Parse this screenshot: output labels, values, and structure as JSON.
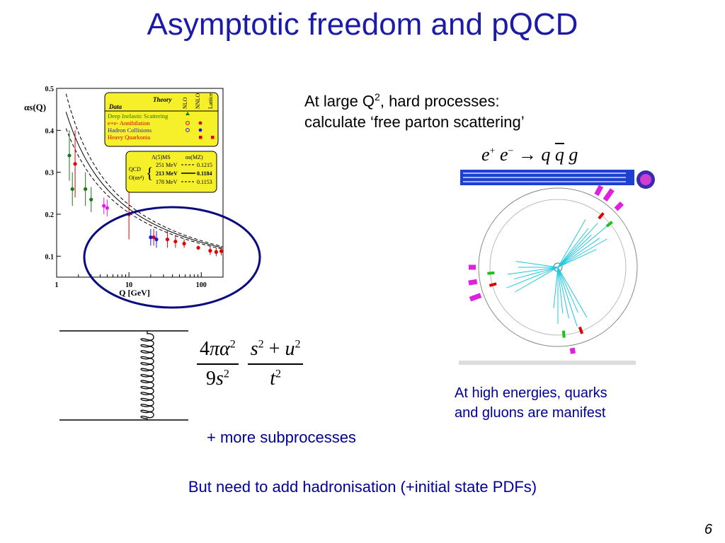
{
  "slide": {
    "title": "Asymptotic freedom and pQCD",
    "intro_line1_pre": "At large Q",
    "intro_sup": "2",
    "intro_line1_post": ", hard processes:",
    "intro_line2": "calculate ‘free parton scattering’",
    "reaction": {
      "e": "e",
      "plus": "+",
      "minus": "−",
      "arrow": "→",
      "q": "q",
      "qbar": "q",
      "g": "g"
    },
    "manifest_line1": "At high energies, quarks",
    "manifest_line2": "and gluons are manifest",
    "more_subprocesses": "+ more subprocesses",
    "hadronisation": "But need to add hadronisation (+initial state PDFs)",
    "page_number": "6",
    "formula": {
      "num1": "4πα",
      "num1_sup": "2",
      "den1": "9s",
      "den1_sup": "2",
      "num2_a": "s",
      "num2_a_sup": "2",
      "num2_plus": " + u",
      "num2_b_sup": "2",
      "den2": "t",
      "den2_sup": "2"
    }
  },
  "chart_data": {
    "type": "scatter",
    "xlabel": "Q [GeV]",
    "ylabel": "αs(Q)",
    "x_scale": "log",
    "xlim": [
      1,
      200
    ],
    "ylim": [
      0.05,
      0.5
    ],
    "x_ticks": [
      "1",
      "10",
      "100"
    ],
    "y_ticks": [
      "0.1",
      "0.2",
      "0.3",
      "0.4",
      "0.5"
    ],
    "legend": {
      "header_theory": "Theory",
      "header_data": "Data",
      "col_nlo": "NLO",
      "col_nnlo": "NNLO",
      "col_lattice": "Lattice",
      "rows": [
        "Deep Inelastic Scattering",
        "e+e- Annihilation",
        "Hadron Collisions",
        "Heavy Quarkonia"
      ],
      "row_colors": [
        "#1a7a1a",
        "#e00000",
        "#1a1ae0",
        "#e00000"
      ]
    },
    "qcd_box": {
      "lambda_label": "Λ(5)MS",
      "alpha_label": "αs(MZ)",
      "qcd_label": "QCD",
      "order_label": "O(αs⁴)",
      "rows": [
        {
          "lambda": "251 MeV",
          "alpha": "0.1215",
          "style": "dashed"
        },
        {
          "lambda": "213 MeV",
          "alpha": "0.1184",
          "style": "solid"
        },
        {
          "lambda": "178 MeV",
          "alpha": "0.1153",
          "style": "dashed"
        }
      ]
    },
    "series": [
      {
        "name": "Deep Inelastic Scattering",
        "color": "#1a7a1a",
        "points": [
          {
            "x": 1.5,
            "y": 0.34,
            "err": 0.06
          },
          {
            "x": 1.65,
            "y": 0.26,
            "err": 0.04
          },
          {
            "x": 2.5,
            "y": 0.26,
            "err": 0.04
          },
          {
            "x": 3.0,
            "y": 0.235,
            "err": 0.03
          }
        ]
      },
      {
        "name": "e+e- Annihilation",
        "color": "#e00000",
        "points": [
          {
            "x": 1.8,
            "y": 0.32,
            "err": 0.08
          },
          {
            "x": 10,
            "y": 0.2,
            "err": 0.06
          },
          {
            "x": 22,
            "y": 0.145,
            "err": 0.02
          },
          {
            "x": 34,
            "y": 0.14,
            "err": 0.02
          },
          {
            "x": 44,
            "y": 0.135,
            "err": 0.015
          },
          {
            "x": 58,
            "y": 0.13,
            "err": 0.01
          },
          {
            "x": 91,
            "y": 0.12,
            "err": 0.005
          },
          {
            "x": 133,
            "y": 0.113,
            "err": 0.01
          },
          {
            "x": 161,
            "y": 0.11,
            "err": 0.01
          },
          {
            "x": 189,
            "y": 0.112,
            "err": 0.01
          }
        ]
      },
      {
        "name": "Hadron Collisions",
        "color": "#1a1ae0",
        "points": [
          {
            "x": 20,
            "y": 0.145,
            "err": 0.02
          },
          {
            "x": 24,
            "y": 0.14,
            "err": 0.02
          }
        ]
      },
      {
        "name": "Heavy Quarkonia",
        "color": "#e020e0",
        "points": [
          {
            "x": 4.5,
            "y": 0.22,
            "err": 0.02
          },
          {
            "x": 5.0,
            "y": 0.215,
            "err": 0.02
          }
        ]
      }
    ]
  }
}
